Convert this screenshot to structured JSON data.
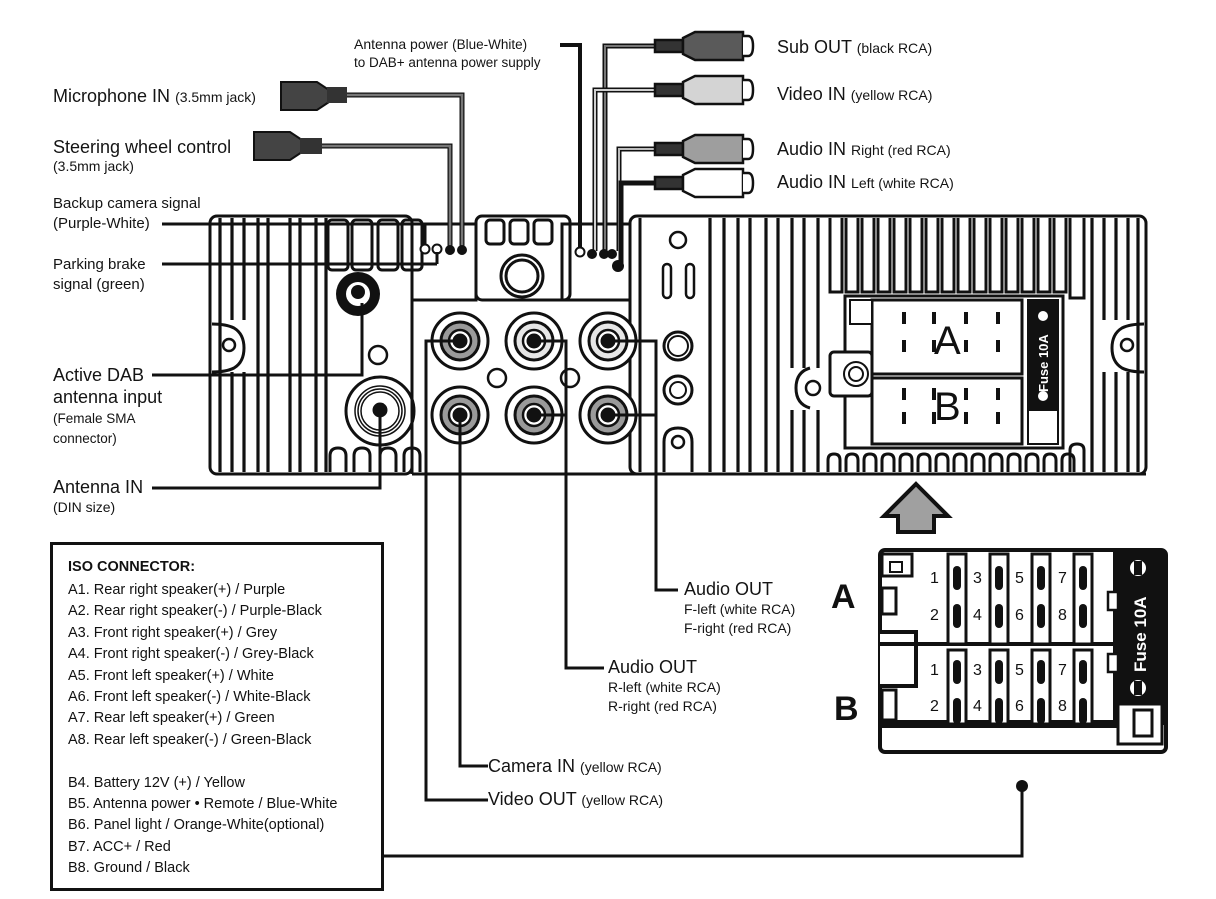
{
  "top_left_labels": {
    "antenna_power": {
      "main": "Antenna power ",
      "detail": "(Blue-White)",
      "line2": "to DAB+ antenna power supply"
    },
    "microphone": {
      "main": "Microphone IN ",
      "detail": "(3.5mm jack)"
    },
    "steering": {
      "main": "Steering wheel control",
      "detail": "(3.5mm jack)"
    },
    "backup_camera": {
      "line1": "Backup camera signal",
      "line2": "(Purple-White)"
    },
    "parking_brake": {
      "line1": "Parking brake",
      "line2": "signal (green)"
    },
    "dab": {
      "line1": "Active DAB",
      "line2": "antenna input",
      "line3": "(Female SMA",
      "line4": "connector)"
    },
    "antenna_in": {
      "main": "Antenna IN",
      "detail": "(DIN size)"
    }
  },
  "rca_inputs": [
    {
      "main": "Sub OUT ",
      "detail": "(black RCA)",
      "color": "#5a5a5a"
    },
    {
      "main": "Video IN ",
      "detail": "(yellow RCA)",
      "color": "#d4d4d4"
    },
    {
      "main": "Audio IN ",
      "detail": "Right (red RCA)",
      "color": "#9e9e9e"
    },
    {
      "main": "Audio IN ",
      "detail": "Left (white RCA)",
      "color": "#ffffff"
    }
  ],
  "outputs": {
    "audio_out_front": {
      "main": "Audio OUT",
      "line2": "F-left (white RCA)",
      "line3": "F-right (red RCA)"
    },
    "audio_out_rear": {
      "main": "Audio OUT",
      "line2": "R-left (white RCA)",
      "line3": "R-right (red RCA)"
    },
    "camera_in": {
      "main": "Camera IN ",
      "detail": "(yellow RCA)"
    },
    "video_out": {
      "main": "Video OUT ",
      "detail": "(yellow RCA)"
    }
  },
  "iso": {
    "title": "ISO CONNECTOR:",
    "a_items": [
      "A1. Rear right speaker(+) / Purple",
      "A2. Rear right speaker(-) / Purple-Black",
      "A3. Front right speaker(+) / Grey",
      "A4. Front right speaker(-) / Grey-Black",
      "A5. Front left speaker(+) / White",
      "A6. Front left speaker(-) / White-Black",
      "A7. Rear left speaker(+) / Green",
      "A8. Rear left speaker(-) / Green-Black"
    ],
    "b_items": [
      "B4. Battery 12V (+) / Yellow",
      "B5. Antenna power • Remote / Blue-White",
      "B6. Panel light / Orange-White(optional)",
      "B7. ACC+ / Red",
      "B8. Ground / Black"
    ]
  },
  "connector": {
    "row_a_label": "A",
    "row_b_label": "B",
    "fuse_label": "Fuse 10A",
    "pins_top": [
      "1",
      "3",
      "5",
      "7"
    ],
    "pins_bottom": [
      "2",
      "4",
      "6",
      "8"
    ],
    "block_a": "A",
    "block_b": "B"
  },
  "colors": {
    "line": "#111111",
    "rca_grey": "#9a9a9a",
    "rca_light": "#e6e6e6",
    "arrow_fill": "#a0a0a0"
  }
}
